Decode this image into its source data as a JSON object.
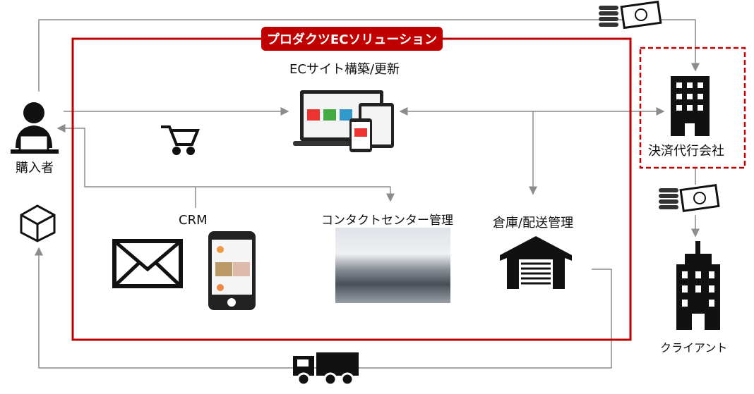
{
  "title": "プロダクツECソリューション",
  "nodes": {
    "ec_site": "ECサイト構築/更新",
    "buyer": "購入者",
    "crm": "CRM",
    "contact_center": "コンタクトセンター管理",
    "warehouse": "倉庫/配送管理",
    "payment_agent": "決済代行会社",
    "client": "クライアント"
  },
  "colors": {
    "accent": "#c00000",
    "line": "#8c8c8c"
  }
}
